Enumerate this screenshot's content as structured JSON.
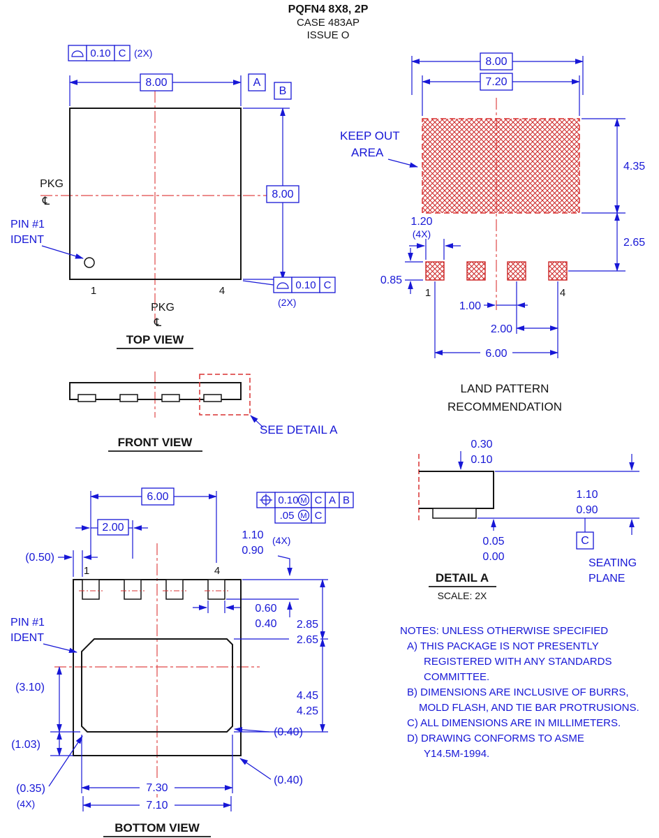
{
  "colors": {
    "dimension_blue": "#1717d6",
    "centerline_red": "#e04848",
    "keepout_red": "#d93030",
    "outline_black": "#141414"
  },
  "header": {
    "title": "PQFN4 8X8, 2P",
    "case": "CASE 483AP",
    "issue": "ISSUE O"
  },
  "top_view": {
    "title": "TOP VIEW",
    "dim_width": "8.00",
    "dim_height": "8.00",
    "datum_a": "A",
    "datum_b": "B",
    "fcf_top_tol": "0.10",
    "fcf_top_datum": "C",
    "fcf_top_count": "(2X)",
    "fcf_bot_tol": "0.10",
    "fcf_bot_datum": "C",
    "fcf_bot_count": "(2X)",
    "pkg_left": "PKG",
    "pkg_left_cl": "℄",
    "pkg_bottom": "PKG",
    "pkg_bottom_cl": "℄",
    "pin1_label_1": "PIN #1",
    "pin1_label_2": "IDENT",
    "pin_first": "1",
    "pin_last": "4"
  },
  "land_pattern": {
    "title_1": "LAND PATTERN",
    "title_2": "RECOMMENDATION",
    "dim_overall": "8.00",
    "dim_keepout_w": "7.20",
    "keepout_1": "KEEP OUT",
    "keepout_2": "AREA",
    "dim_keepout_h": "4.35",
    "dim_gap": "2.65",
    "dim_pad_w": "1.20",
    "dim_pad_w_count": "(4X)",
    "dim_pad_h": "0.85",
    "dim_half_pitch": "1.00",
    "dim_pitch": "2.00",
    "dim_span": "6.00",
    "pin_first": "1",
    "pin_last": "4"
  },
  "front_view": {
    "title": "FRONT VIEW",
    "see_detail": "SEE DETAIL A"
  },
  "detail_a": {
    "title": "DETAIL A",
    "scale": "SCALE: 2X",
    "lead_thick_max": "0.30",
    "lead_thick_min": "0.10",
    "body_h_max": "1.10",
    "body_h_min": "0.90",
    "standoff_max": "0.05",
    "standoff_min": "0.00",
    "datum_c": "C",
    "seating_1": "SEATING",
    "seating_2": "PLANE"
  },
  "bottom_view": {
    "title": "BOTTOM VIEW",
    "fcf_pos_tol": "0.10",
    "fcf_pos_mod": "M",
    "fcf_pos_d1": "C",
    "fcf_pos_d2": "A",
    "fcf_pos_d3": "B",
    "fcf2_tol": ".05",
    "fcf2_mod": "M",
    "fcf2_d1": "C",
    "dim_span": "6.00",
    "dim_pitch": "2.00",
    "dim_pin_len_max": "1.10",
    "dim_pin_len_min": "0.90",
    "dim_pin_len_count": "(4X)",
    "dim_edge": "(0.50)",
    "pin_first": "1",
    "pin_last": "4",
    "pin1_label_1": "PIN #1",
    "pin1_label_2": "IDENT",
    "dim_pin_w_max": "0.60",
    "dim_pin_w_min": "0.40",
    "dim_pad_top_max": "2.85",
    "dim_pad_top_min": "2.65",
    "dim_pad_h_max": "4.45",
    "dim_pad_h_min": "4.25",
    "ref_center": "(3.10)",
    "ref_bottom": "(1.03)",
    "ref_chamfer": "(0.35)",
    "ref_chamfer_count": "(4X)",
    "ref_corner_a": "(0.40)",
    "ref_corner_b": "(0.40)",
    "dim_pad_w_max": "7.30",
    "dim_pad_w_min": "7.10"
  },
  "notes": {
    "lines": [
      "NOTES: UNLESS OTHERWISE SPECIFIED",
      "A) THIS PACKAGE IS NOT PRESENTLY",
      "REGISTERED WITH ANY STANDARDS",
      "COMMITTEE.",
      "B) DIMENSIONS ARE INCLUSIVE OF BURRS,",
      "MOLD FLASH, AND TIE BAR PROTRUSIONS.",
      "C) ALL DIMENSIONS ARE IN MILLIMETERS.",
      "D) DRAWING CONFORMS TO ASME",
      "Y14.5M-1994."
    ]
  }
}
